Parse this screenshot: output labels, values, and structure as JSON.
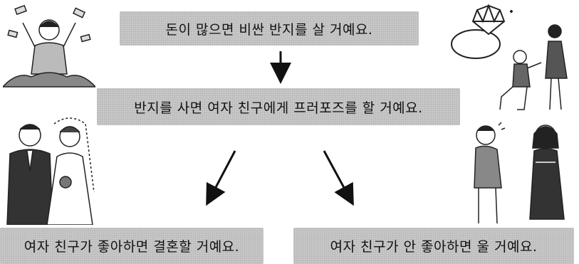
{
  "boxes": {
    "top": "돈이 많으면 비싼 반지를 살 거예요.",
    "middle": "반지를 사면 여자 친구에게 프러포즈를 할 거예요.",
    "bottom_left": "여자 친구가 좋아하면 결혼할 거예요.",
    "bottom_right": "여자 친구가 안 좋아하면 울 거예요."
  },
  "illustrations": [
    "money-pile-man-icon",
    "diamond-ring-icon",
    "proposal-couple-icon",
    "wedding-couple-icon",
    "sad-couple-icon"
  ]
}
